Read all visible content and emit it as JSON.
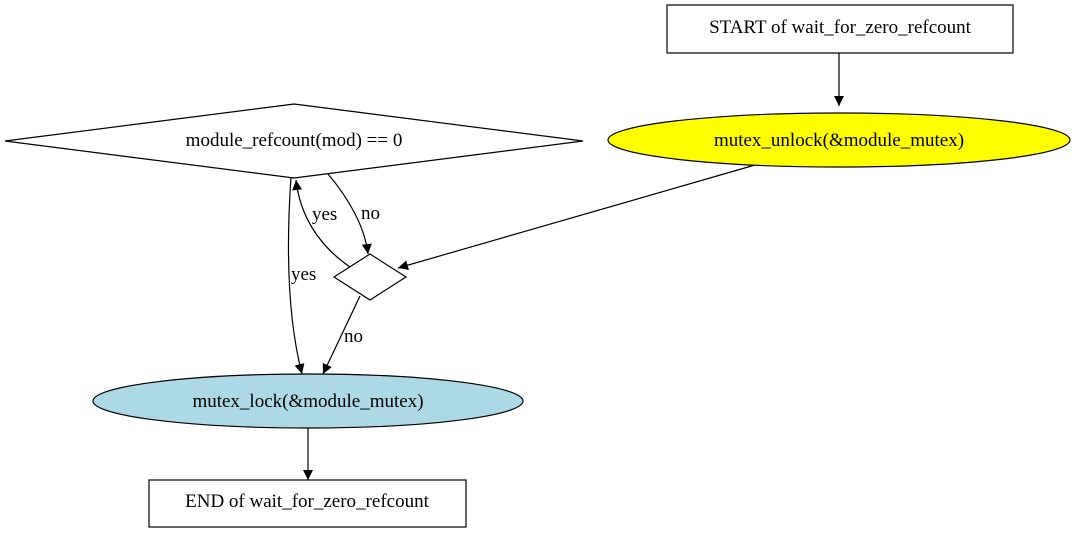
{
  "diagram": {
    "type": "flowchart",
    "nodes": {
      "start": {
        "label": "START of wait_for_zero_refcount",
        "shape": "box",
        "fill": "#ffffff"
      },
      "unlock": {
        "label": "mutex_unlock(&module_mutex)",
        "shape": "ellipse",
        "fill": "#ffff00"
      },
      "cond": {
        "label": "module_refcount(mod) == 0",
        "shape": "diamond",
        "fill": "#ffffff"
      },
      "junction": {
        "label": "",
        "shape": "diamond",
        "fill": "#ffffff"
      },
      "lock": {
        "label": "mutex_lock(&module_mutex)",
        "shape": "ellipse",
        "fill": "#add8e6"
      },
      "end": {
        "label": "END of wait_for_zero_refcount",
        "shape": "box",
        "fill": "#ffffff"
      }
    },
    "edges": [
      {
        "from": "start",
        "to": "unlock",
        "label": ""
      },
      {
        "from": "unlock",
        "to": "junction",
        "label": ""
      },
      {
        "from": "cond",
        "to": "junction",
        "label": "no"
      },
      {
        "from": "junction",
        "to": "cond",
        "label": "yes"
      },
      {
        "from": "cond",
        "to": "lock",
        "label": "yes"
      },
      {
        "from": "junction",
        "to": "lock",
        "label": "no"
      },
      {
        "from": "lock",
        "to": "end",
        "label": ""
      }
    ]
  }
}
